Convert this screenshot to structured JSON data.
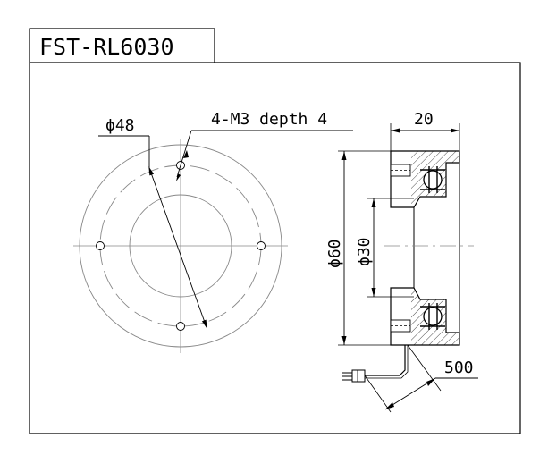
{
  "title": "FST-RL6030",
  "dimensions": {
    "hole_circle_diameter": "ϕ48",
    "mounting_holes": "4-M3 depth 4",
    "thickness": "20",
    "outer_diameter": "ϕ60",
    "inner_diameter": "ϕ30",
    "cable_length": "500"
  },
  "colors": {
    "line": "#000000",
    "thin_line": "#666666",
    "background": "#ffffff"
  }
}
